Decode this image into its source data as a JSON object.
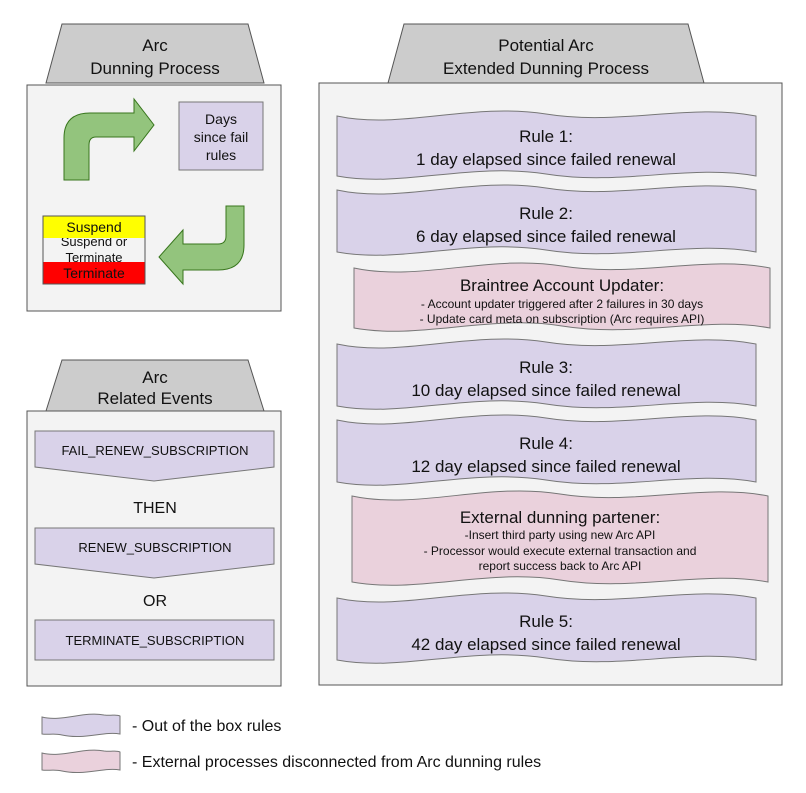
{
  "dunning_panel": {
    "title_line1": "Arc",
    "title_line2": "Dunning Process",
    "days_box": [
      "Days",
      "since fail",
      "rules"
    ],
    "suspend_label": "Suspend",
    "middle_label_line1": "Suspend or",
    "middle_label_line2": "Terminate",
    "terminate_label": "Terminate"
  },
  "events_panel": {
    "title_line1": "Arc",
    "title_line2": "Related Events",
    "event1": "FAIL_RENEW_SUBSCRIPTION",
    "then_label": "THEN",
    "event2": "RENEW_SUBSCRIPTION",
    "or_label": "OR",
    "event3": "TERMINATE_SUBSCRIPTION"
  },
  "extended_panel": {
    "title_line1": "Potential Arc",
    "title_line2": "Extended Dunning Process",
    "rule1": {
      "title": "Rule 1:",
      "text": "1 day elapsed since failed renewal"
    },
    "rule2": {
      "title": "Rule 2:",
      "text": "6 day elapsed since failed renewal"
    },
    "braintree": {
      "title": "Braintree Account Updater:",
      "line1": "- Account updater triggered after 2 failures in 30 days",
      "line2": "- Update card meta on subscription (Arc requires API)"
    },
    "rule3": {
      "title": "Rule 3:",
      "text": "10 day elapsed since failed renewal"
    },
    "rule4": {
      "title": "Rule 4:",
      "text": "12 day elapsed since failed renewal"
    },
    "external": {
      "title": "External dunning partener:",
      "line1": "-Insert third party using new Arc API",
      "line2": "- Processor would execute external transaction and",
      "line3": "report success back to Arc API"
    },
    "rule5": {
      "title": "Rule 5:",
      "text": "42 day elapsed since failed renewal"
    }
  },
  "legend": {
    "item1": "- Out of the box rules",
    "item2": "- External processes disconnected from Arc dunning rules"
  },
  "colors": {
    "panel_fill": "#f3f3f3",
    "header_fill": "#cccccc",
    "rule_fill": "#d9d2e9",
    "external_fill": "#ead1dc",
    "arrow_fill": "#93c47d",
    "suspend_fill": "#ffff00",
    "terminate_fill": "#ff0000"
  }
}
